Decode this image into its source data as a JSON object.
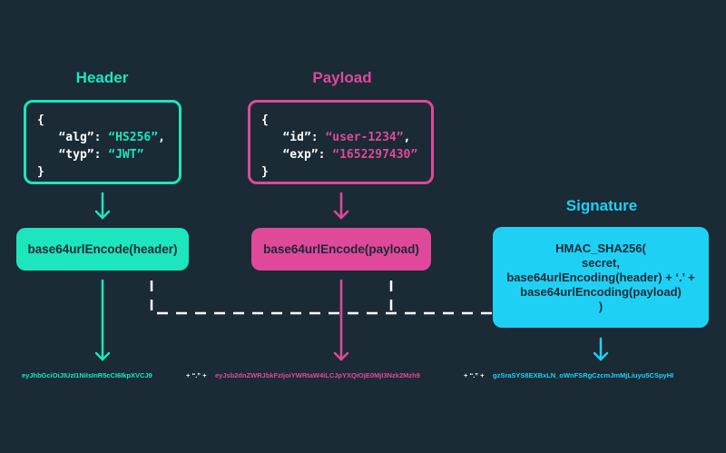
{
  "colors": {
    "background": "#1a2b36",
    "header": "#1de5bd",
    "payload": "#e0489a",
    "signature": "#1fd0f5",
    "text_dark": "#1a2b36",
    "text_light": "#ffffff"
  },
  "header": {
    "title": "Header",
    "code": [
      "{",
      "   “alg”: “HS256”,",
      "   “typ”: “JWT”",
      "}"
    ],
    "code_keys": [
      "“alg”",
      "“typ”"
    ],
    "code_vals": [
      "“HS256”",
      "“JWT”"
    ],
    "function": "base64urlEncode(header)",
    "token": "eyJhbGciOiJIUzI1NiIsInR5cCI6IkpXVCJ9"
  },
  "payload": {
    "title": "Payload",
    "code_keys": [
      "“id”",
      "“exp”"
    ],
    "code_vals": [
      "“user-1234”",
      "“1652297430”"
    ],
    "function": "base64urlEncode(payload)",
    "token": "eyJsb2dnZWRJbkFzIjoiYWRtaW4iLCJpYXQiOjE0MjI3Nzk2Mzh9"
  },
  "signature": {
    "title": "Signature",
    "lines": [
      "HMAC_SHA256(",
      "secret,",
      "base64urlEncoding(header) + ‘.’ +",
      "base64urlEncoding(payload)",
      ")"
    ],
    "token": "gzSraSYS8EXBxLN_oWnFSRgCzcmJmMjLiuyu5CSpyHI"
  },
  "separator": "+ “.” +"
}
